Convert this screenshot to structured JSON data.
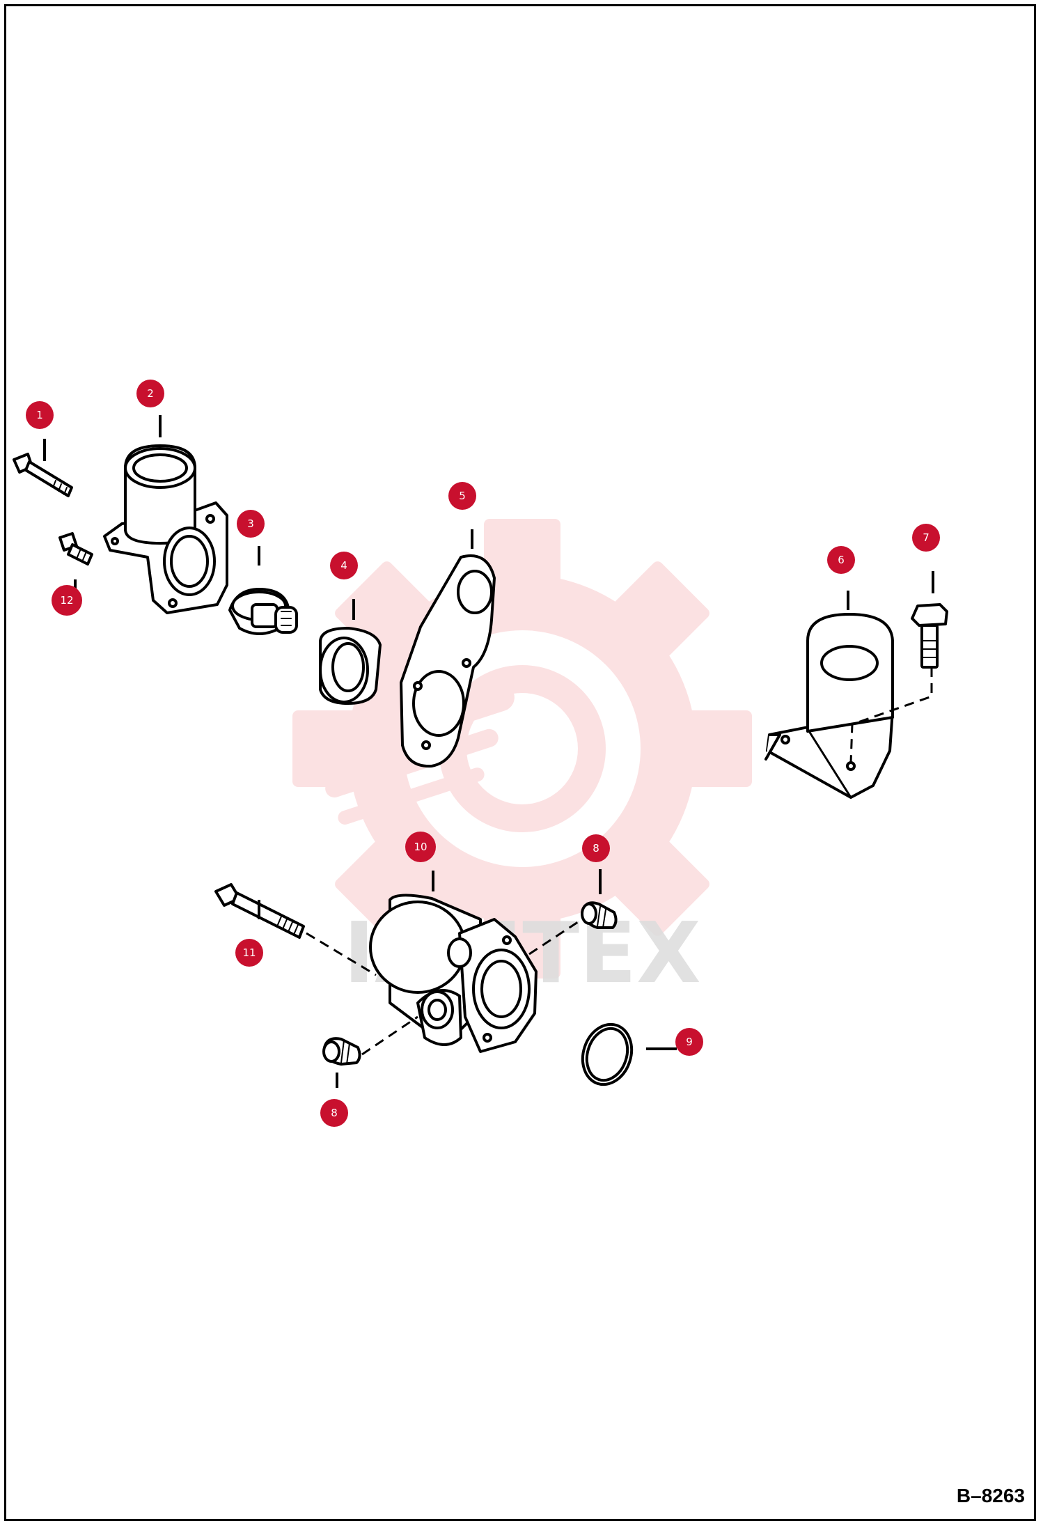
{
  "figure_code": "B–8263",
  "watermark": {
    "text": "IAMTEX",
    "color": "#e8202a"
  },
  "callout_color": "#c8102e",
  "callouts": [
    "1",
    "2",
    "3",
    "4",
    "5",
    "6",
    "7",
    "8",
    "10",
    "8",
    "9",
    "11",
    "12"
  ]
}
